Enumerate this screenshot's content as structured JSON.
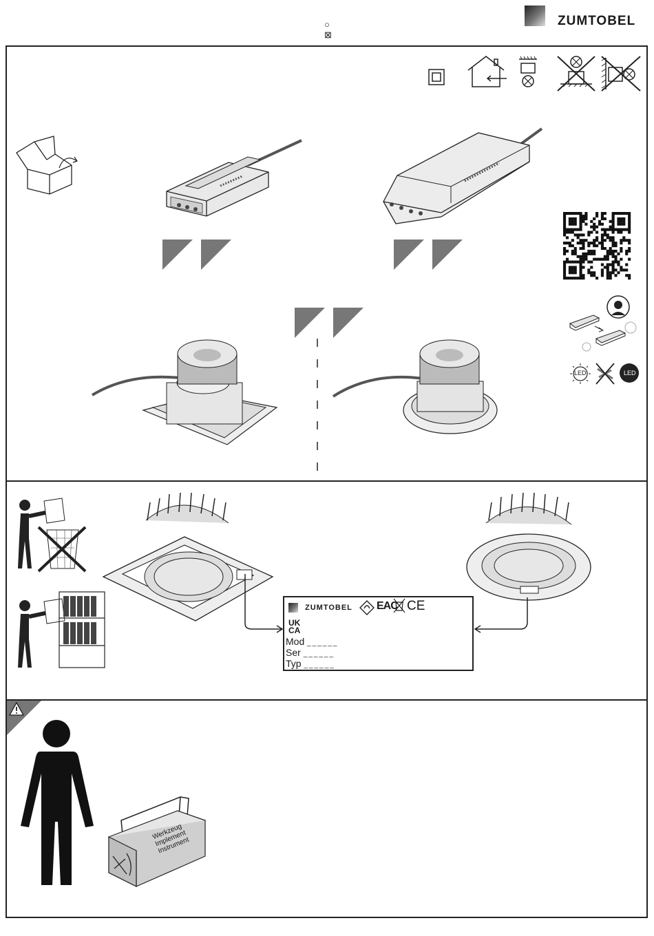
{
  "header": {
    "brand": "ZUMTOBEL",
    "symbol_top": "○",
    "symbol_bottom": "⊠"
  },
  "icons": {
    "box": "open-box-icon",
    "class2": "protection-class-2-icon",
    "indoor": "indoor-use-icon",
    "ceiling_mount": "ceiling-mount-icon",
    "no_insulation_1": "no-insulation-cover-icon",
    "no_insulation_2": "no-wall-insulation-icon",
    "qr": "qr-code-icon",
    "service": "service-technician-icon",
    "warning": "warning-icon"
  },
  "led_icons": {
    "led_left": "LED",
    "led_right": "LED"
  },
  "type_label": {
    "brand": "ZUMTOBEL",
    "ukca_top": "UK",
    "ukca_bottom": "CA",
    "eac": "EAC",
    "ce": "CE",
    "rows": [
      {
        "key": "Mod",
        "value": "______"
      },
      {
        "key": "Ser",
        "value": "______"
      },
      {
        "key": "Typ",
        "value": "______"
      }
    ]
  },
  "toolbox": {
    "line1": "Werkzeug",
    "line2": "Implement",
    "line3": "Instrument"
  },
  "colors": {
    "accent_gray": "#777777",
    "line": "#222222"
  }
}
